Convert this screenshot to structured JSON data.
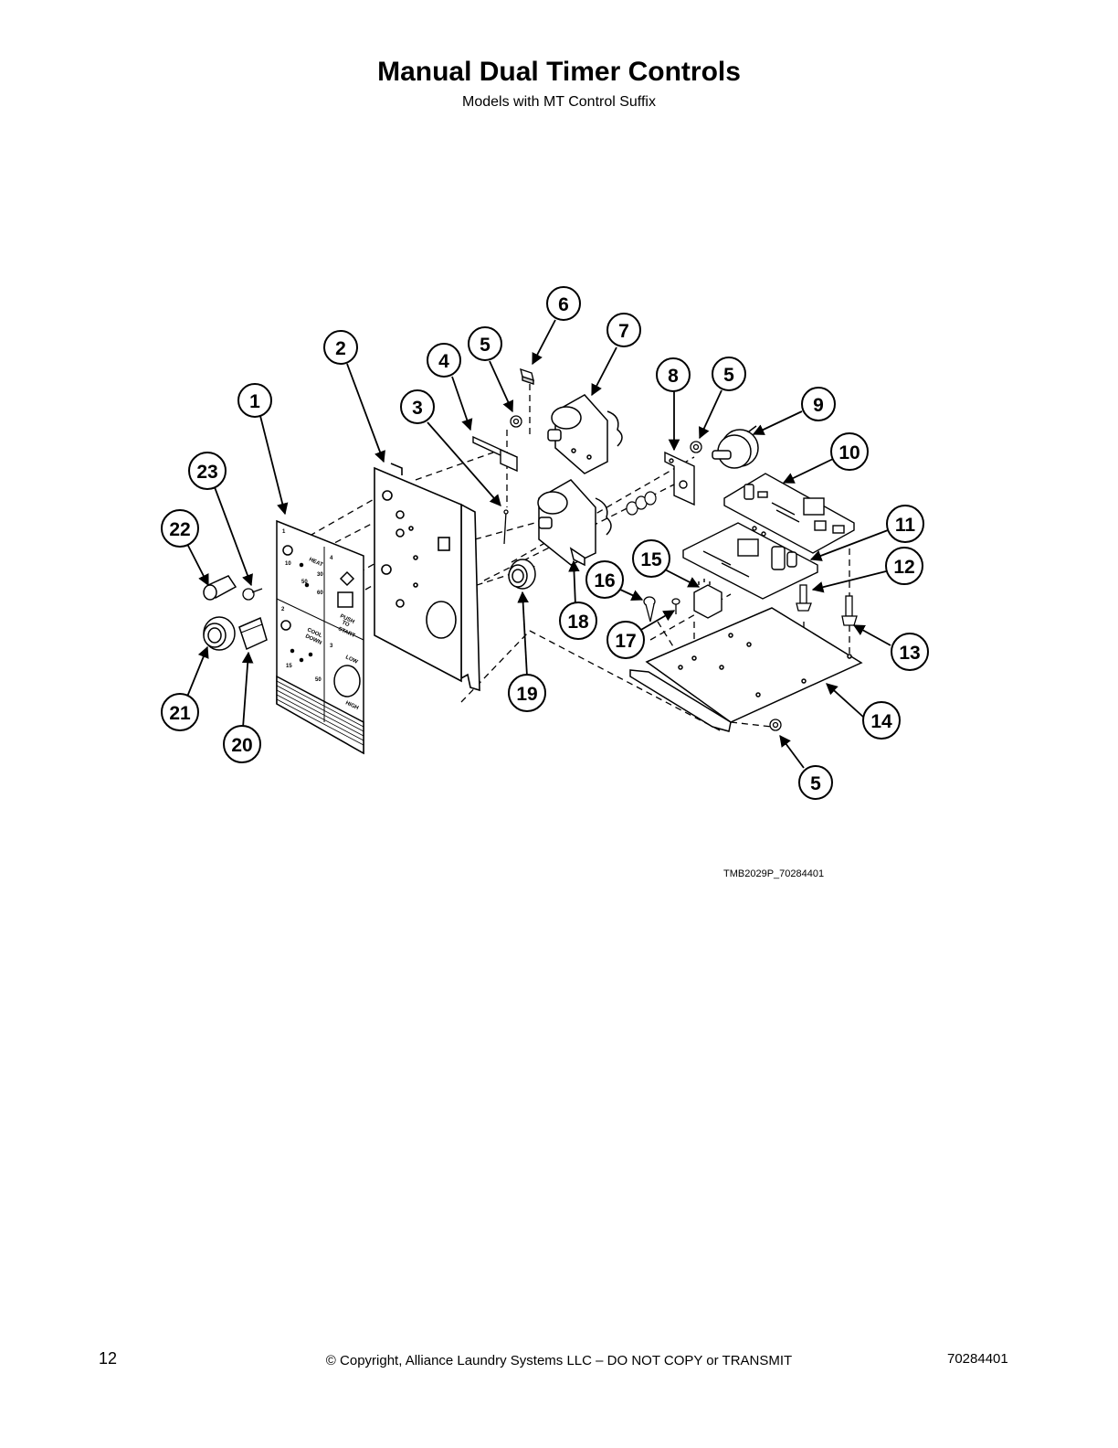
{
  "title": "Manual Dual Timer Controls",
  "subtitle": "Models with MT Control Suffix",
  "drawing_id": "TMB2029P_70284401",
  "footer": {
    "page_number": "12",
    "copyright": "© Copyright, Alliance Laundry Systems LLC – DO NOT COPY or TRANSMIT",
    "document_number": "70284401"
  },
  "panel_text": {
    "step1": "1",
    "step2": "2",
    "step3": "3",
    "step4": "4",
    "heat": "HEAT",
    "cool_down_1": "COOL",
    "cool_down_2": "DOWN",
    "push": "PUSH",
    "to": "TO",
    "start": "START",
    "low": "LOW",
    "high": "HIGH",
    "n10": "10",
    "n30": "30",
    "n50": "50",
    "n60": "60",
    "n15": "15",
    "n50b": "50"
  },
  "callouts": [
    {
      "id": "c1",
      "label": "1"
    },
    {
      "id": "c2",
      "label": "2"
    },
    {
      "id": "c3",
      "label": "3"
    },
    {
      "id": "c4",
      "label": "4"
    },
    {
      "id": "c5a",
      "label": "5"
    },
    {
      "id": "c6",
      "label": "6"
    },
    {
      "id": "c7",
      "label": "7"
    },
    {
      "id": "c8",
      "label": "8"
    },
    {
      "id": "c5b",
      "label": "5"
    },
    {
      "id": "c9",
      "label": "9"
    },
    {
      "id": "c10",
      "label": "10"
    },
    {
      "id": "c11",
      "label": "11"
    },
    {
      "id": "c12",
      "label": "12"
    },
    {
      "id": "c13",
      "label": "13"
    },
    {
      "id": "c14",
      "label": "14"
    },
    {
      "id": "c5c",
      "label": "5"
    },
    {
      "id": "c15",
      "label": "15"
    },
    {
      "id": "c16",
      "label": "16"
    },
    {
      "id": "c17",
      "label": "17"
    },
    {
      "id": "c18",
      "label": "18"
    },
    {
      "id": "c19",
      "label": "19"
    },
    {
      "id": "c20",
      "label": "20"
    },
    {
      "id": "c21",
      "label": "21"
    },
    {
      "id": "c22",
      "label": "22"
    },
    {
      "id": "c23",
      "label": "23"
    }
  ]
}
